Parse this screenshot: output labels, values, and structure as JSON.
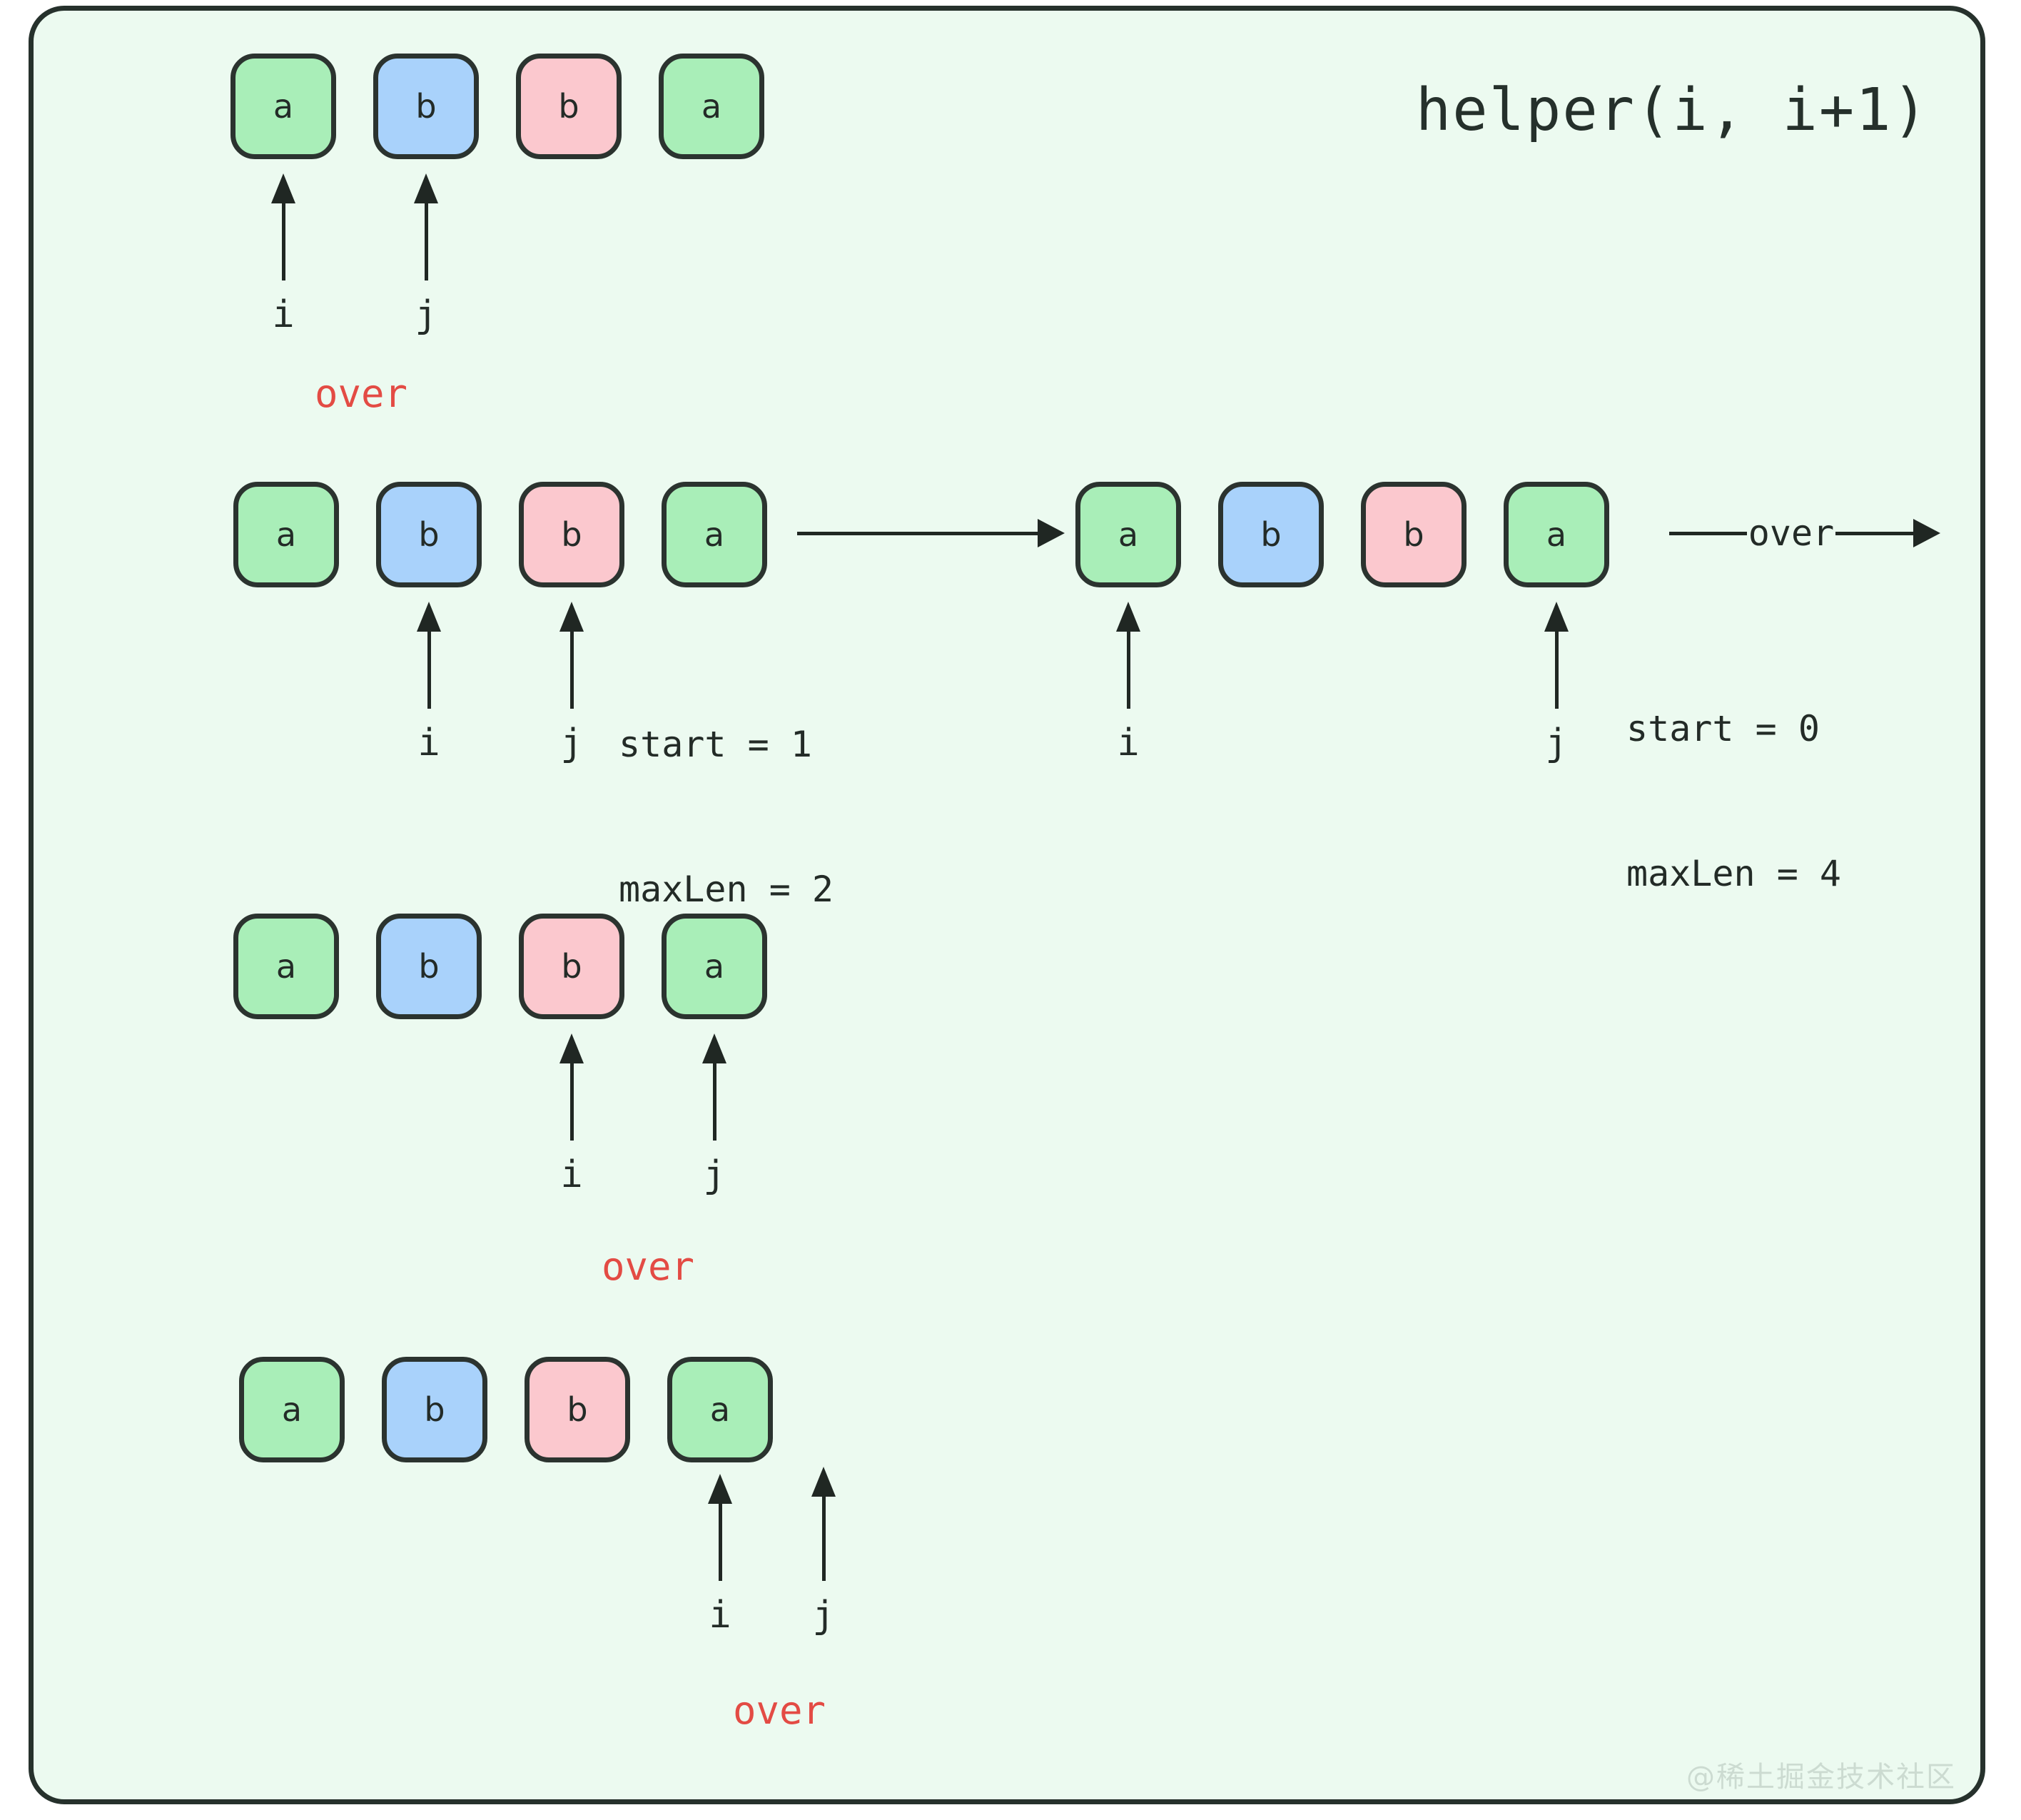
{
  "title": "helper(i, i+1)",
  "colors": {
    "panel_background": "#ecfaf0",
    "panel_border": "#26312c",
    "green_cell": "#a9eeb8",
    "blue_cell": "#a9d2fb",
    "pink_cell": "#fbc8ce",
    "ink": "#232b27",
    "over_red": "#e34b44"
  },
  "watermark": "@稀土掘金技术社区",
  "labels": {
    "over": "over",
    "i": "i",
    "j": "j"
  },
  "rows": [
    {
      "id": "row-1",
      "groups": [
        {
          "id": "group-1a",
          "cells": [
            {
              "text": "a",
              "color": "green"
            },
            {
              "text": "b",
              "color": "blue"
            },
            {
              "text": "b",
              "color": "pink"
            },
            {
              "text": "a",
              "color": "green"
            }
          ],
          "pointers": [
            {
              "name": "i",
              "label": "i",
              "index": 0
            },
            {
              "name": "j",
              "label": "j",
              "index": 1
            }
          ],
          "over_label": "over",
          "state": null
        }
      ],
      "transition": null
    },
    {
      "id": "row-2",
      "groups": [
        {
          "id": "group-2a",
          "cells": [
            {
              "text": "a",
              "color": "green"
            },
            {
              "text": "b",
              "color": "blue"
            },
            {
              "text": "b",
              "color": "pink"
            },
            {
              "text": "a",
              "color": "green"
            }
          ],
          "pointers": [
            {
              "name": "i",
              "label": "i",
              "index": 1
            },
            {
              "name": "j",
              "label": "j",
              "index": 2
            }
          ],
          "over_label": null,
          "state": {
            "start": "start = 1",
            "maxLen": "maxLen = 2"
          }
        },
        {
          "id": "group-2b",
          "cells": [
            {
              "text": "a",
              "color": "green"
            },
            {
              "text": "b",
              "color": "blue"
            },
            {
              "text": "b",
              "color": "pink"
            },
            {
              "text": "a",
              "color": "green"
            }
          ],
          "pointers": [
            {
              "name": "i",
              "label": "i",
              "index": 0
            },
            {
              "name": "j",
              "label": "j",
              "index": 3
            }
          ],
          "over_label": null,
          "state": {
            "start": "start = 0",
            "maxLen": "maxLen = 4"
          }
        }
      ],
      "transition": {
        "label": ""
      },
      "exit": {
        "label": "over"
      }
    },
    {
      "id": "row-3",
      "groups": [
        {
          "id": "group-3a",
          "cells": [
            {
              "text": "a",
              "color": "green"
            },
            {
              "text": "b",
              "color": "blue"
            },
            {
              "text": "b",
              "color": "pink"
            },
            {
              "text": "a",
              "color": "green"
            }
          ],
          "pointers": [
            {
              "name": "i",
              "label": "i",
              "index": 2
            },
            {
              "name": "j",
              "label": "j",
              "index": 3
            }
          ],
          "over_label": "over",
          "state": null
        }
      ],
      "transition": null
    },
    {
      "id": "row-4",
      "groups": [
        {
          "id": "group-4a",
          "cells": [
            {
              "text": "a",
              "color": "green"
            },
            {
              "text": "b",
              "color": "blue"
            },
            {
              "text": "b",
              "color": "pink"
            },
            {
              "text": "a",
              "color": "green"
            }
          ],
          "pointers": [
            {
              "name": "i",
              "label": "i",
              "index": 3
            },
            {
              "name": "j",
              "label": "j",
              "index": 4
            }
          ],
          "over_label": "over",
          "state": null
        }
      ],
      "transition": null
    }
  ]
}
